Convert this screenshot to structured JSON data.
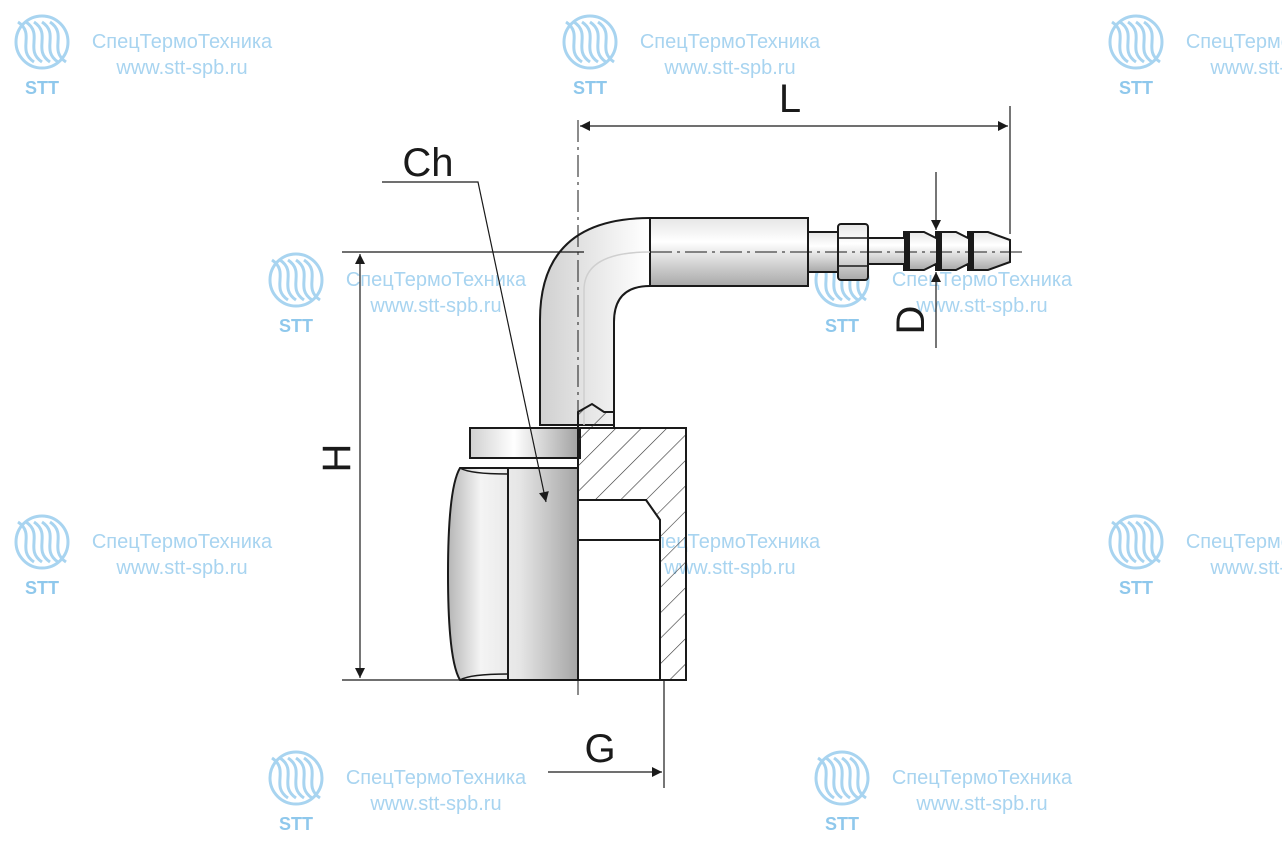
{
  "watermark": {
    "company": "СпецТермоТехника",
    "url": "www.stt-spb.ru",
    "abbr": "STT",
    "color": "#a8d4f0"
  },
  "dimensions": {
    "length": "L",
    "height": "H",
    "diameter": "D",
    "chamfer": "Ch",
    "thread": "G"
  },
  "colors": {
    "line": "#1a1a1a",
    "metal_light": "#f4f4f4",
    "metal_dark": "#9a9a9a"
  }
}
